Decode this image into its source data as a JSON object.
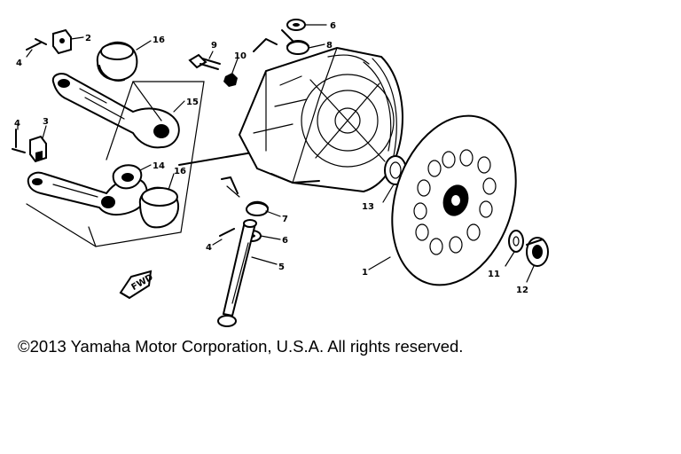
{
  "diagram": {
    "callouts": [
      {
        "id": "c2",
        "label": "2"
      },
      {
        "id": "c16a",
        "label": "16"
      },
      {
        "id": "c4a",
        "label": "4"
      },
      {
        "id": "c9",
        "label": "9"
      },
      {
        "id": "c10",
        "label": "10"
      },
      {
        "id": "c6a",
        "label": "6"
      },
      {
        "id": "c8",
        "label": "8"
      },
      {
        "id": "c15",
        "label": "15"
      },
      {
        "id": "c4b",
        "label": "4"
      },
      {
        "id": "c3",
        "label": "3"
      },
      {
        "id": "c14",
        "label": "14"
      },
      {
        "id": "c16b",
        "label": "16"
      },
      {
        "id": "c13",
        "label": "13"
      },
      {
        "id": "c7",
        "label": "7"
      },
      {
        "id": "c6b",
        "label": "6"
      },
      {
        "id": "c4c",
        "label": "4"
      },
      {
        "id": "c5",
        "label": "5"
      },
      {
        "id": "c1",
        "label": "1"
      },
      {
        "id": "c11",
        "label": "11"
      },
      {
        "id": "c12",
        "label": "12"
      }
    ],
    "fwd_marker": "FWD"
  },
  "footer": {
    "copyright": "©2013 Yamaha Motor Corporation, U.S.A. All rights reserved."
  }
}
